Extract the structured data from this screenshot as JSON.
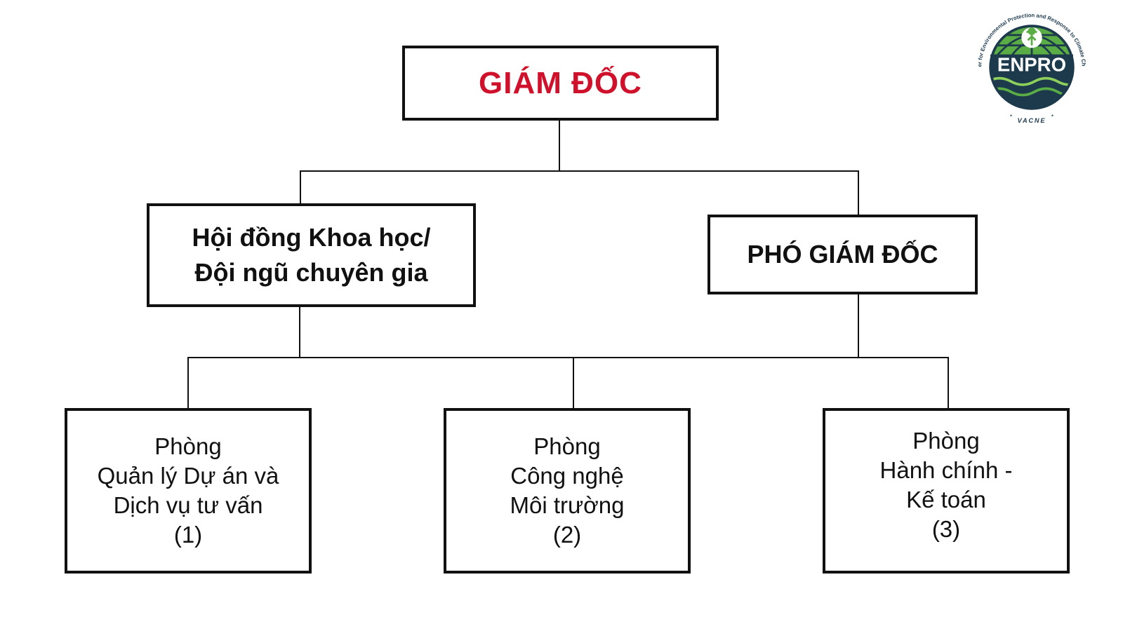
{
  "colors": {
    "director_text": "#d0112b",
    "text": "#111111",
    "border": "#111111",
    "logo_navy": "#1d3a4d",
    "logo_green": "#5aac44",
    "logo_light_green": "#8ccf5a"
  },
  "director": {
    "label": "GIÁM ĐỐC"
  },
  "science_council": {
    "lines": [
      "Hội đồng Khoa học/",
      "Đội ngũ chuyên gia"
    ]
  },
  "deputy_director": {
    "label": "PHÓ GIÁM ĐỐC"
  },
  "departments": [
    {
      "lines": [
        "Phòng",
        "Quản lý Dự án và",
        "Dịch vụ tư vấn",
        "(1)"
      ]
    },
    {
      "lines": [
        "Phòng",
        "Công nghệ",
        "Môi trường",
        "(2)"
      ]
    },
    {
      "lines": [
        "Phòng",
        "Hành chính -",
        "Kế toán",
        "(3)"
      ]
    }
  ],
  "logo": {
    "name": "ENPRO",
    "ring_text": "Center for Environmental Protection and Response to Climate Change",
    "bottom_text": "VACNE",
    "icon": "tree-person-icon"
  }
}
